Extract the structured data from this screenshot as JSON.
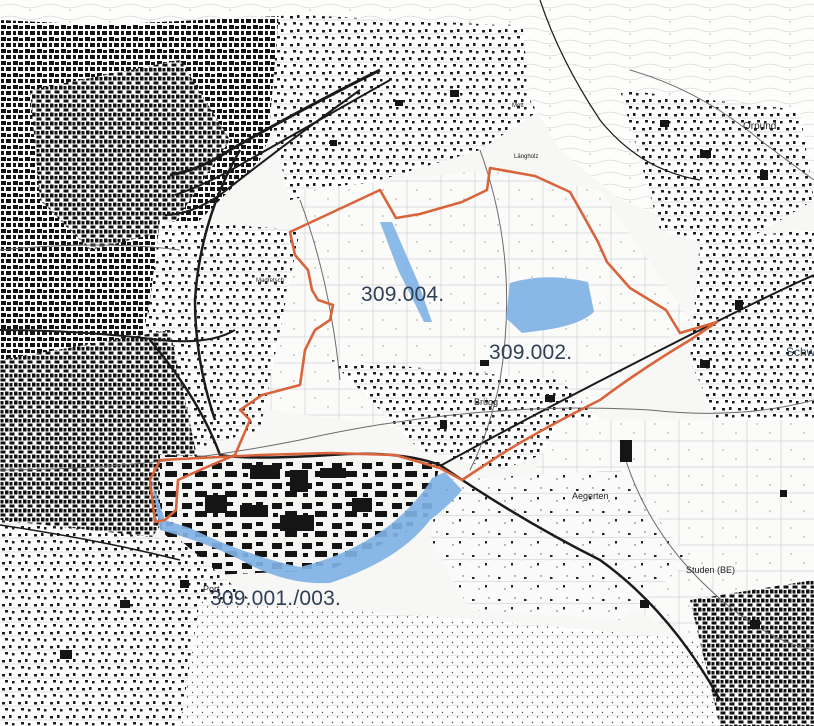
{
  "zones": {
    "z004": "309.004.",
    "z002": "309.002.",
    "z001_003": "309.001./003."
  },
  "places": {
    "orpund": "Orpund",
    "mett": "Mett",
    "brugg": "Brügg",
    "aegerten": "Aegerten",
    "studen": "Studen (BE)",
    "port": "Port",
    "schwa": "Schwa",
    "madretsch": "Madretsch",
    "lasseren": "Längholz"
  },
  "colors": {
    "perimeter": "#d9643b",
    "zone_fill": "#7fb2e5",
    "label": "#2f3f56",
    "building": "#151515",
    "rail": "#1b1b1b",
    "map_bg": "#f7f7f5"
  }
}
